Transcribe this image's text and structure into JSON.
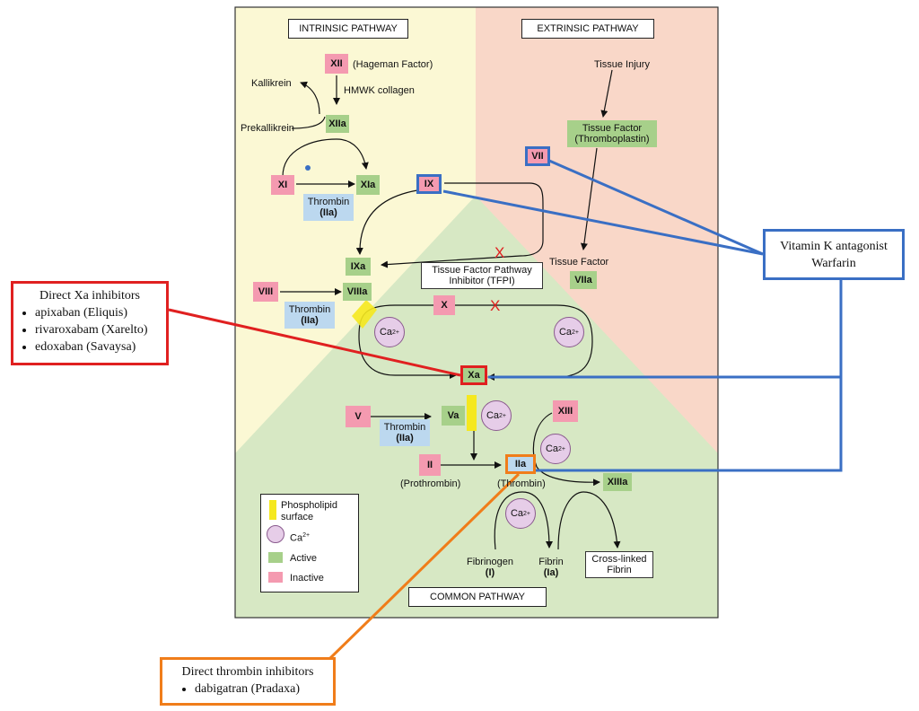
{
  "headers": {
    "intrinsic": "INTRINSIC PATHWAY",
    "extrinsic": "EXTRINSIC PATHWAY",
    "common": "COMMON PATHWAY"
  },
  "factors": {
    "xii": "XII",
    "xii_note": "(Hageman Factor)",
    "hmwk": "HMWK collagen",
    "kallikrein": "Kallikrein",
    "prekallikrein": "Prekallikrein",
    "xiia": "XIIa",
    "xi": "XI",
    "xia": "XIa",
    "thrombin": "Thrombin",
    "iia_paren": "(IIa)",
    "ix": "IX",
    "ixa": "IXa",
    "viii": "VIII",
    "viiia": "VIIIa",
    "tfpi_line1": "Tissue Factor Pathway",
    "tfpi_line2": "Inhibitor (TFPI)",
    "x": "X",
    "xa": "Xa",
    "tissue_injury": "Tissue Injury",
    "tissue_factor_l1": "Tissue Factor",
    "tissue_factor_l2": "(Thromboplastin)",
    "vii": "VII",
    "tissue_factor": "Tissue Factor",
    "viia": "VIIa",
    "v": "V",
    "va": "Va",
    "ii": "II",
    "prothrombin": "(Prothrombin)",
    "iia": "IIa",
    "thrombin_paren": "(Thrombin)",
    "xiii": "XIII",
    "xiiia": "XIIIa",
    "fibrinogen": "Fibrinogen",
    "fibrinogen_i": "(I)",
    "fibrin": "Fibrin",
    "fibrin_ia": "(Ia)",
    "crosslinked_l1": "Cross-linked",
    "crosslinked_l2": "Fibrin",
    "ca": "Ca",
    "ca_sup": "2+",
    "block": "X"
  },
  "legend": {
    "phospholipid_l1": "Phospholipid",
    "phospholipid_l2": "surface",
    "ca": "Ca",
    "ca_sup": "2+",
    "active": "Active",
    "inactive": "Inactive"
  },
  "callouts": {
    "xa": {
      "title": "Direct Xa inhibitors",
      "items": [
        "apixaban (Eliquis)",
        "rivaroxabam (Xarelto)",
        "edoxaban (Savaysa)"
      ],
      "color": "#e02020"
    },
    "vitk": {
      "line1": "Vitamin K antagonist",
      "line2": "Warfarin",
      "color": "#3a6fc4"
    },
    "thrombin": {
      "title": "Direct thrombin inhibitors",
      "items": [
        "dabigatran (Pradaxa)"
      ],
      "color": "#f07d1a"
    }
  },
  "colors": {
    "intrinsic_bg": "#fbf8d4",
    "extrinsic_bg": "#f9d7c8",
    "common_bg": "#d7e8c4",
    "active": "#a7d08a",
    "inactive": "#f49ab0",
    "thrombin_box": "#bcd8ef",
    "phospholipid": "#f5e81f",
    "calcium": "#e6cde8"
  }
}
